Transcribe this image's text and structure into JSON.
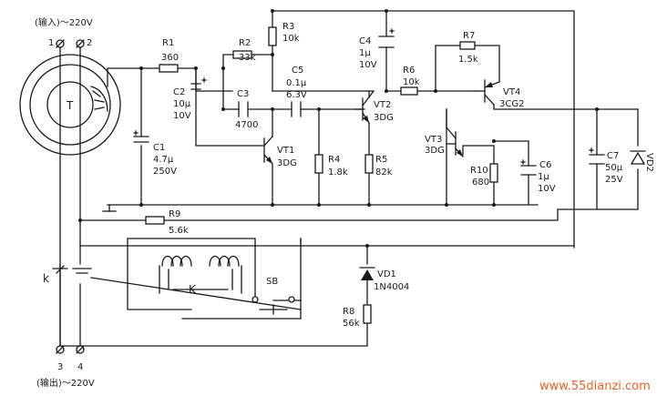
{
  "input_label": "(输入)～220V",
  "output_label": "(输出)～220V",
  "terminals": {
    "t1": "1",
    "t2": "2",
    "t3": "3",
    "t4": "4"
  },
  "transformer_label": "T",
  "relay_contact_label": "k",
  "relay_coil_label": "K",
  "switch_label": "SB",
  "components": {
    "R1": {
      "name": "R1",
      "value": "360"
    },
    "R2": {
      "name": "R2",
      "value": "33k"
    },
    "R3": {
      "name": "R3",
      "value": "10k"
    },
    "R4": {
      "name": "R4",
      "value": "1.8k"
    },
    "R5": {
      "name": "R5",
      "value": "82k"
    },
    "R6": {
      "name": "R6",
      "value": "10k"
    },
    "R7": {
      "name": "R7",
      "value": "1.5k"
    },
    "R8": {
      "name": "R8",
      "value": "56k"
    },
    "R9": {
      "name": "R9",
      "value": "5.6k"
    },
    "R10": {
      "name": "R10",
      "value": "680"
    },
    "C1": {
      "name": "C1",
      "value": "4.7μ",
      "voltage": "250V"
    },
    "C2": {
      "name": "C2",
      "value": "10μ",
      "voltage": "10V"
    },
    "C3": {
      "name": "C3",
      "value": "4700"
    },
    "C4": {
      "name": "C4",
      "value": "1μ",
      "voltage": "10V"
    },
    "C5": {
      "name": "C5",
      "value": "0.1μ",
      "voltage": "6.3V"
    },
    "C6": {
      "name": "C6",
      "value": "1μ",
      "voltage": "10V"
    },
    "C7": {
      "name": "C7",
      "value": "50μ",
      "voltage": "25V"
    },
    "VT1": {
      "name": "VT1",
      "model": "3DG"
    },
    "VT2": {
      "name": "VT2",
      "model": "3DG"
    },
    "VT3": {
      "name": "VT3",
      "model": "3DG"
    },
    "VT4": {
      "name": "VT4",
      "model": "3CG2"
    },
    "VD1": {
      "name": "VD1",
      "model": "1N4004"
    },
    "VD2": {
      "name": "VD2"
    }
  },
  "watermark": "www.55dianzi.com"
}
